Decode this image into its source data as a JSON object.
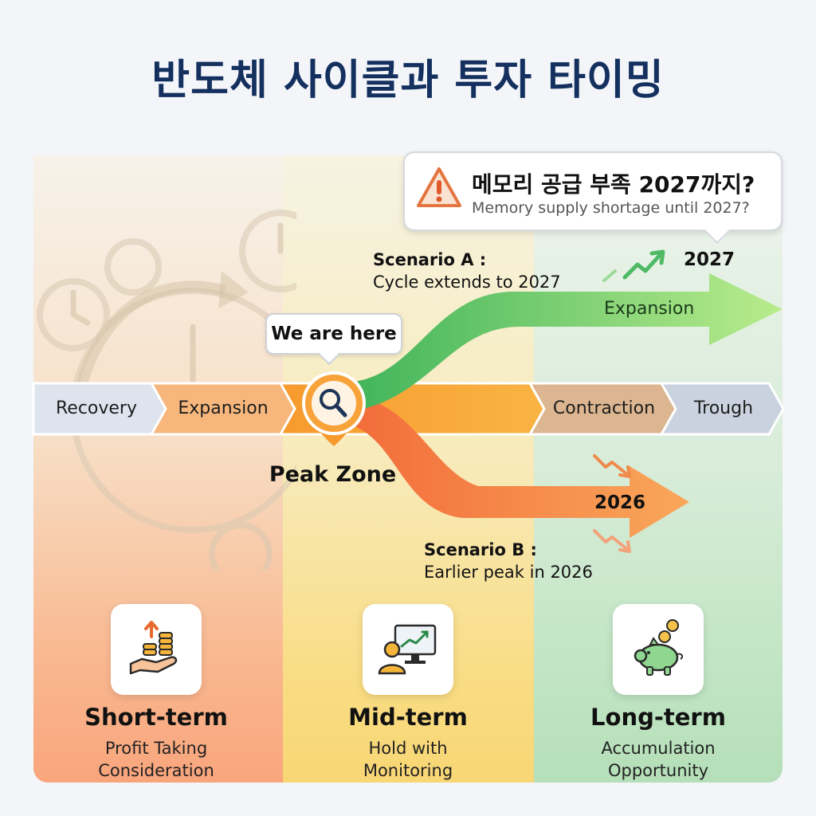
{
  "title": "반도체 사이클과 투자 타이밍",
  "warning": {
    "title": "메모리 공급 부족 2027까지?",
    "subtitle": "Memory supply shortage until 2027?"
  },
  "scenario_a": {
    "head": "Scenario A :",
    "desc": "Cycle extends to 2027",
    "year": "2027",
    "arrow_label": "Expansion"
  },
  "scenario_b": {
    "head": "Scenario B :",
    "desc": "Earlier peak in 2026",
    "year": "2026"
  },
  "marker": {
    "bubble": "We are here",
    "label": "Peak Zone"
  },
  "stages": [
    "Recovery",
    "Expansion",
    "Contraction",
    "Trough"
  ],
  "terms": [
    {
      "title": "Short-term",
      "line1": "Profit Taking",
      "line2": "Consideration",
      "icon": "hand-coins-icon"
    },
    {
      "title": "Mid-term",
      "line1": "Hold with",
      "line2": "Monitoring",
      "icon": "monitor-chart-icon"
    },
    {
      "title": "Long-term",
      "line1": "Accumulation",
      "line2": "Opportunity",
      "icon": "piggy-bank-icon"
    }
  ],
  "colors": {
    "title": "#14305e",
    "up_arrow": "#5cc46a",
    "down_arrow": "#f47d48",
    "peak": "#f7a93a"
  }
}
